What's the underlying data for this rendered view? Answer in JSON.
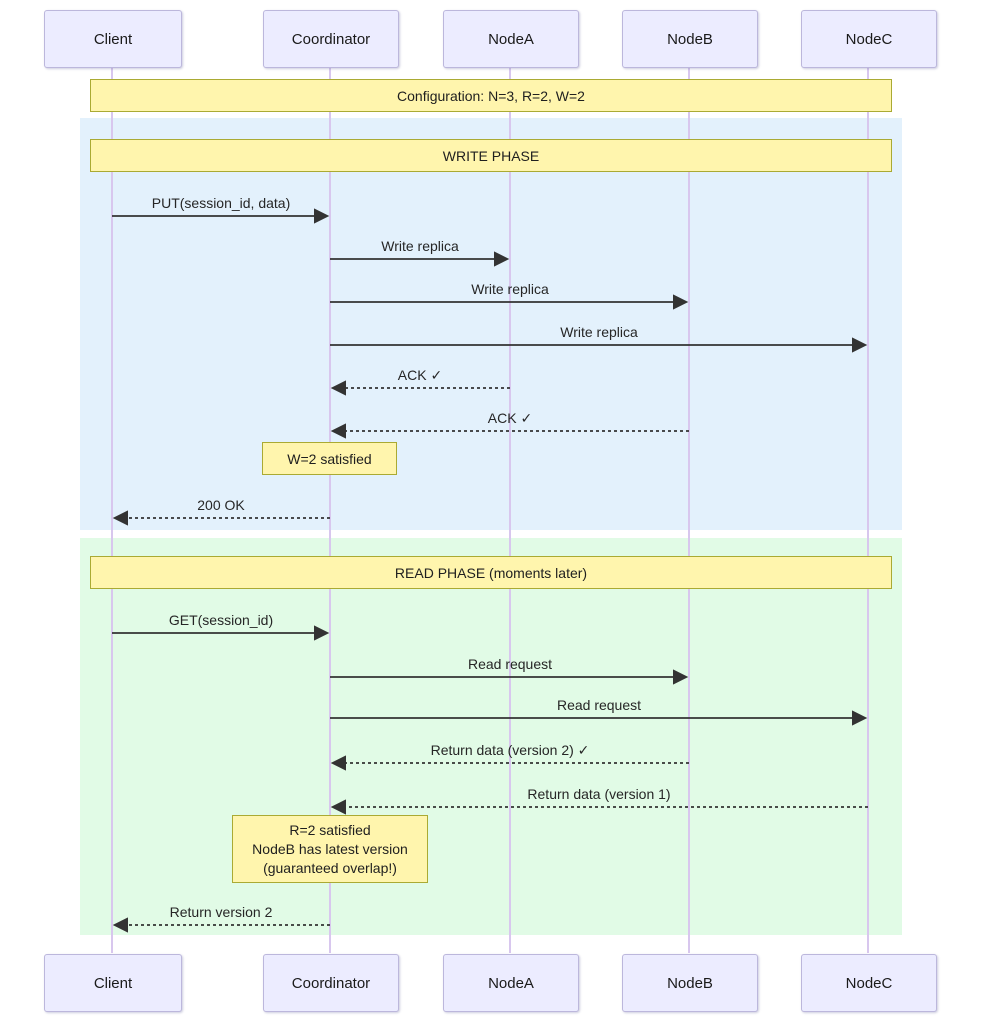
{
  "diagram_type": "sequence-diagram",
  "colors": {
    "note_fill": "#fff5ad",
    "note_border": "#aaaa33",
    "actor_fill": "#ececff",
    "actor_border": "#bcb7dc",
    "write_phase_bg": "#e3f1fc",
    "read_phase_bg": "#e1fbe6",
    "lifeline": "#d8c7ee",
    "arrow": "#333333"
  },
  "actors": [
    {
      "label": "Client"
    },
    {
      "label": "Coordinator"
    },
    {
      "label": "NodeA"
    },
    {
      "label": "NodeB"
    },
    {
      "label": "NodeC"
    }
  ],
  "notes": {
    "config": "Configuration: N=3, R=2, W=2",
    "write_phase": "WRITE PHASE",
    "read_phase": "READ PHASE (moments later)",
    "w2": "W=2 satisfied",
    "r2_line1": "R=2 satisfied",
    "r2_line2": "NodeB has latest version",
    "r2_line3": "(guaranteed overlap!)"
  },
  "messages": [
    {
      "label": "PUT(session_id, data)",
      "from": "Client",
      "to": "Coordinator",
      "type": "solid"
    },
    {
      "label": "Write replica",
      "from": "Coordinator",
      "to": "NodeA",
      "type": "solid"
    },
    {
      "label": "Write replica",
      "from": "Coordinator",
      "to": "NodeB",
      "type": "solid"
    },
    {
      "label": "Write replica",
      "from": "Coordinator",
      "to": "NodeC",
      "type": "solid"
    },
    {
      "label": "ACK ✓",
      "from": "NodeA",
      "to": "Coordinator",
      "type": "dashed"
    },
    {
      "label": "ACK ✓",
      "from": "NodeB",
      "to": "Coordinator",
      "type": "dashed"
    },
    {
      "label": "200 OK",
      "from": "Coordinator",
      "to": "Client",
      "type": "dashed"
    },
    {
      "label": "GET(session_id)",
      "from": "Client",
      "to": "Coordinator",
      "type": "solid"
    },
    {
      "label": "Read request",
      "from": "Coordinator",
      "to": "NodeB",
      "type": "solid"
    },
    {
      "label": "Read request",
      "from": "Coordinator",
      "to": "NodeC",
      "type": "solid"
    },
    {
      "label": "Return data (version 2) ✓",
      "from": "NodeB",
      "to": "Coordinator",
      "type": "dashed"
    },
    {
      "label": "Return data (version 1)",
      "from": "NodeC",
      "to": "Coordinator",
      "type": "dashed"
    },
    {
      "label": "Return version 2",
      "from": "Coordinator",
      "to": "Client",
      "type": "dashed"
    }
  ]
}
